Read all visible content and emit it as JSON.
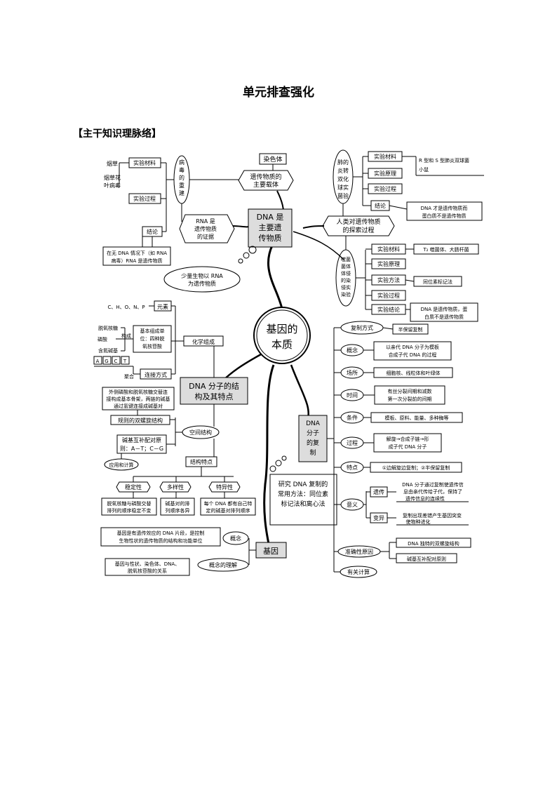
{
  "page_title": "单元排查强化",
  "section_title": "【主干知识理脉络】",
  "center": {
    "line1": "基因的",
    "line2": "本质"
  },
  "dna_carrier": {
    "line1": "DNA 是",
    "line2": "主要遗",
    "line3": "传物质",
    "chromosome": "染色体",
    "main_carrier_l1": "遗传物质的",
    "main_carrier_l2": "主要载体",
    "rna_evidence_l1": "RNA 是",
    "rna_evidence_l2": "遗传物质",
    "rna_evidence_l3": "的证据",
    "few_rna_l1": "少量生物以 RNA",
    "few_rna_l2": "为遗传物质",
    "exploration_l1": "人类对遗传物质",
    "exploration_l2": "的探索过程"
  },
  "virus_rebuild": {
    "label": [
      "病",
      "毒",
      "的",
      "重",
      "建"
    ],
    "material": "实验材料",
    "tobacco": "烟草",
    "tmv_l1": "烟草花",
    "tmv_l2": "叶病毒",
    "process": "实验过程",
    "conclusion": "结论",
    "conclusion_text_l1": "在无 DNA 情况下（如 RNA",
    "conclusion_text_l2": "病毒）RNA 是遗传物质"
  },
  "pneumococcus": {
    "label": [
      "肺",
      "炎",
      "双",
      "球",
      "菌",
      "转",
      "化",
      "实",
      "验"
    ],
    "label_lines": [
      "肺的",
      "炎转",
      "双化",
      "球实",
      "菌验"
    ],
    "material": "实验材料",
    "material_text_l1": "R 型和 S 型肺炎双球菌",
    "material_text_l2": "小鼠",
    "principle": "实验原理",
    "process": "实验过程",
    "conclusion": "结论",
    "conclusion_text_l1": "DNA 才是遗传物质而",
    "conclusion_text_l2": "蛋白质不是遗传物质"
  },
  "phage": {
    "label_lines": [
      "噬菌",
      "菌体",
      "体侵",
      "的染",
      "侵实",
      "染验"
    ],
    "material": "实验材料",
    "material_text": "T₂ 噬菌体、大肠杆菌",
    "principle": "实验原理",
    "method": "实验方法",
    "method_text": "同位素标记法",
    "process": "实验过程",
    "conclusion": "实验结论",
    "conclusion_text_l1": "DNA 是遗传物质，蛋",
    "conclusion_text_l2": "白质不是遗传物质"
  },
  "structure": {
    "label_l1": "DNA 分子的结",
    "label_l2": "构及其特点",
    "chem": "化学组成",
    "element": "元素",
    "elements": "C、H、O、N、P",
    "unit_l1": "基本组成单",
    "unit_l2": "位：四种脱",
    "unit_l3": "氧核苷酸",
    "deoxyribose": "脱氧核糖",
    "phosphate": "磷酸",
    "base": "含氮碱基",
    "compose": "构成",
    "bases": [
      "A",
      "G",
      "C",
      "T"
    ],
    "polymerize": "聚合",
    "linkage": "连接方式",
    "spatial": "空间结构",
    "helix_desc_l1": "外侧磷酸和脱氧核糖交替连",
    "helix_desc_l2": "接构成基本骨架，两链的碱基",
    "helix_desc_l3": "通过氢键连接成碱基对",
    "double_helix": "规则的双螺旋结构",
    "pairing_l1": "碱基互补配对原",
    "pairing_l2": "则：A－T；C－G",
    "apply": "应用和计算",
    "features": "结构特点",
    "stability": "稳定性",
    "stability_text_l1": "脱氧核糖与磷酸交替",
    "stability_text_l2": "排列的顺序稳定不变",
    "diversity": "多样性",
    "diversity_text_l1": "碱基对的排",
    "diversity_text_l2": "列顺序各异",
    "specificity": "特异性",
    "specificity_text_l1": "每个 DNA 都有自己特",
    "specificity_text_l2": "定的碱基对排列顺序"
  },
  "gene": {
    "label": "基因",
    "concept": "概念",
    "concept_text_l1": "基因是有遗传效应的 DNA 片段，是控制",
    "concept_text_l2": "生物性状的遗传物质的结构和功能单位",
    "understanding": "概念的理解",
    "understanding_text_l1": "基因与性状、染色体、DNA、",
    "understanding_text_l2": "脱氧核苷酸的关系"
  },
  "replication": {
    "label_lines": [
      "DNA",
      "分子",
      "的复",
      "制"
    ],
    "methods_l1": "研究 DNA 复制的",
    "methods_l2": "常用方法：同位素",
    "methods_l3": "标记法和离心法",
    "mode": "复制方式",
    "mode_text": "半保留复制",
    "concept": "概念",
    "concept_text_l1": "以亲代 DNA 分子为模板",
    "concept_text_l2": "合成子代 DNA 的过程",
    "site": "场所",
    "site_text": "细胞核、线粒体和叶绿体",
    "time": "时间",
    "time_text_l1": "有丝分裂间期和减数",
    "time_text_l2": "第一次分裂前的间期",
    "conditions": "条件",
    "conditions_text": "模板、原料、能量、多种酶等",
    "process": "过程",
    "process_text_l1": "解旋→合成子链→形",
    "process_text_l2": "成子代 DNA 分子",
    "features": "特点",
    "features_text": "①边解旋边复制；②半保留复制",
    "meaning": "意义",
    "heredity": "遗传",
    "heredity_text_l1": "DNA 分子通过复制使遗传信",
    "heredity_text_l2": "息由亲代传给子代，保持了",
    "heredity_text_l3": "遗传信息的连续性",
    "variation": "变异",
    "variation_text_l1": "复制出现差错产生基因突变",
    "variation_text_l2": "使物种进化",
    "accuracy": "准确性原因",
    "accuracy_text1": "DNA 独特的双螺旋结构",
    "accuracy_text2": "碱基互补配对原则",
    "calc": "有关计算"
  }
}
